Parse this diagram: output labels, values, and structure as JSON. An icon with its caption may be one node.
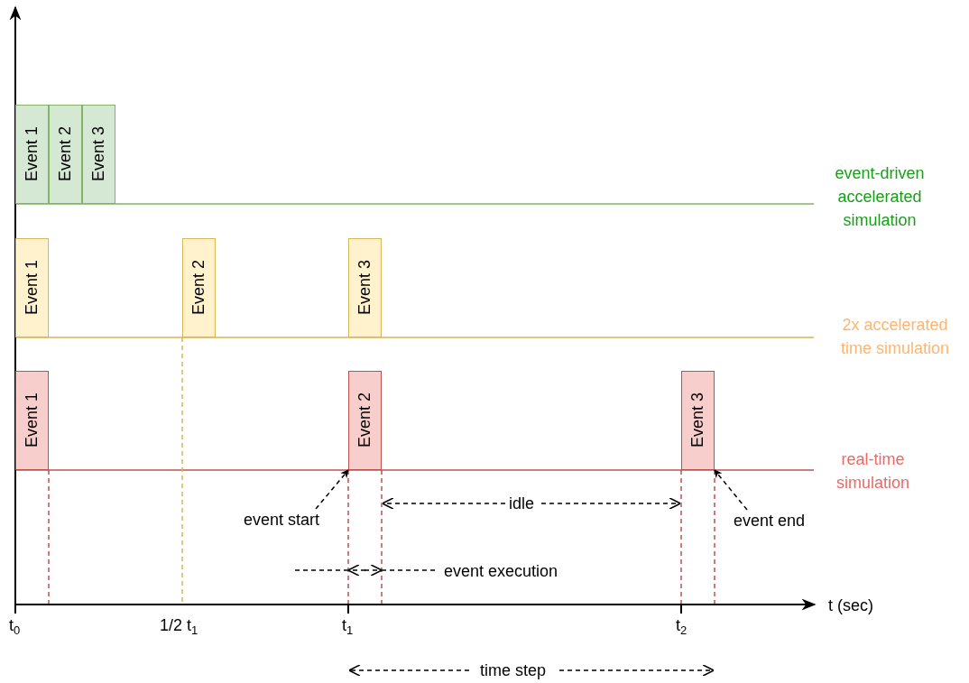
{
  "diagram": {
    "nodes": [
      {
        "text": [
          "Event 1"
        ]
      },
      {
        "text": [
          "Event 2"
        ]
      },
      {
        "text": [
          "Event 3"
        ]
      },
      {
        "text": [
          "Event 1"
        ]
      },
      {
        "text": [
          "Event 2"
        ]
      },
      {
        "text": [
          "Event 3"
        ]
      },
      {
        "text": [
          "Event 1"
        ]
      },
      {
        "text": [
          "Event 2"
        ]
      },
      {
        "text": [
          "Event 3"
        ]
      },
      {
        "text": [
          "event start"
        ]
      },
      {
        "text": [
          "event end"
        ]
      }
    ],
    "edges": [
      {
        "from": 9,
        "to": 7,
        "arrow": "to",
        "style": "dashed"
      },
      {
        "from": 10,
        "to": 8,
        "arrow": "to",
        "style": "dashed"
      }
    ],
    "labels": [
      "event-driven accelerated simulation",
      "2x accelerated time simulation",
      "real-time simulation",
      "idle",
      "event execution",
      "t (sec)",
      "t$_{0}$",
      "1/2 t$_{1}$",
      "t$_{1}$",
      "t$_{2}$",
      "time step"
    ]
  }
}
